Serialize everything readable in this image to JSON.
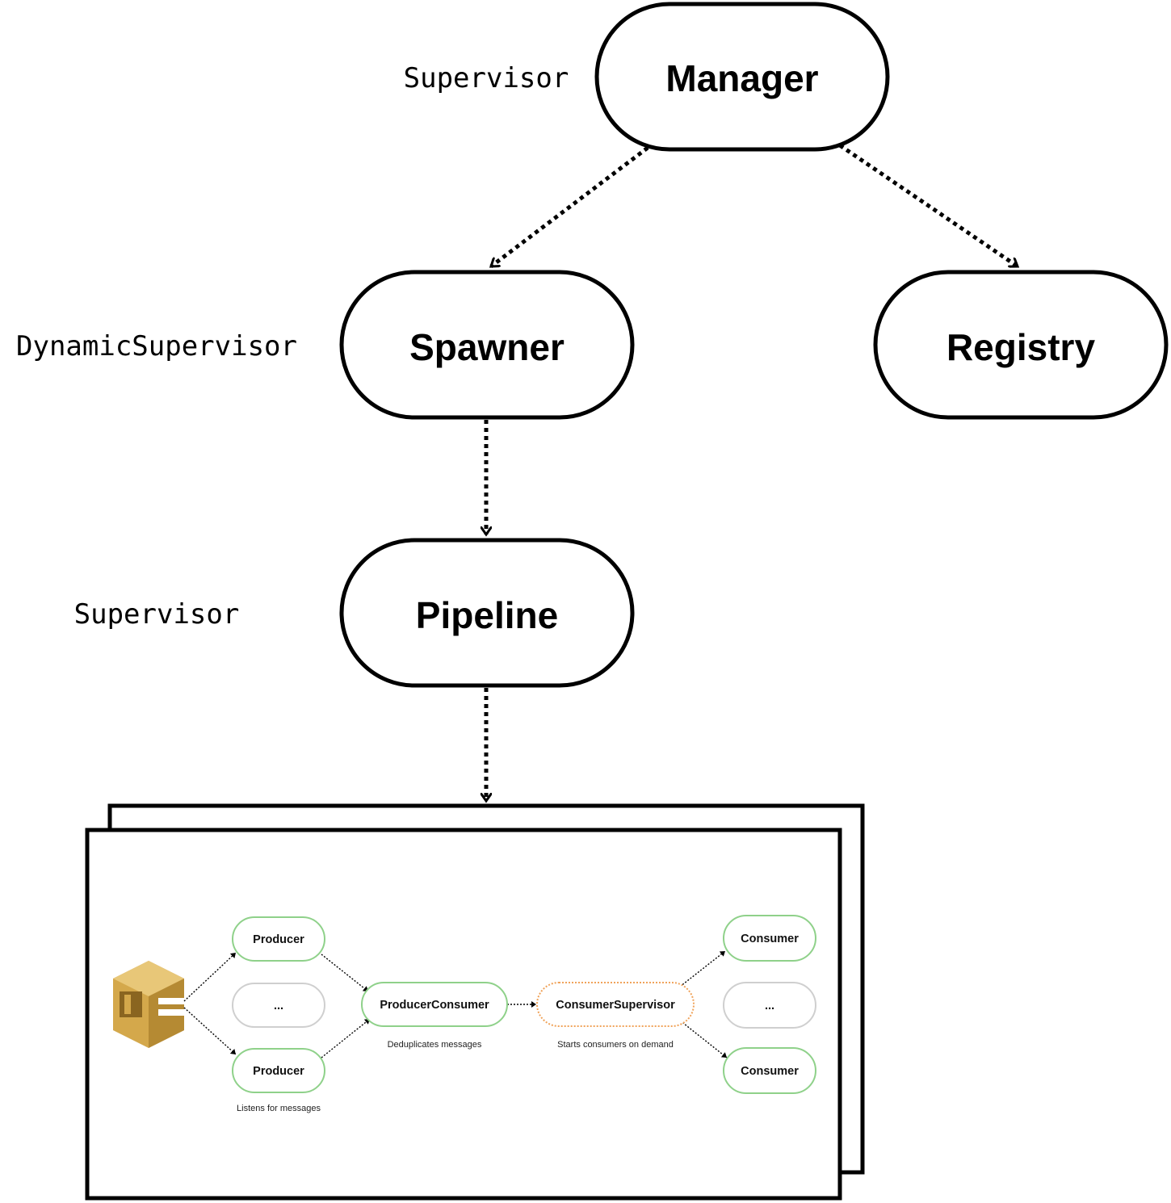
{
  "nodes": {
    "manager": "Manager",
    "spawner": "Spawner",
    "registry": "Registry",
    "pipeline": "Pipeline"
  },
  "labels": {
    "manager_type": "Supervisor",
    "spawner_type": "DynamicSupervisor",
    "pipeline_type": "Supervisor"
  },
  "pipeline_detail": {
    "producer_top": "Producer",
    "producer_mid": "...",
    "producer_bottom": "Producer",
    "producer_caption": "Listens for messages",
    "producer_consumer": "ProducerConsumer",
    "producer_consumer_caption": "Deduplicates messages",
    "consumer_supervisor": "ConsumerSupervisor",
    "consumer_supervisor_caption": "Starts consumers on demand",
    "consumer_top": "Consumer",
    "consumer_mid": "...",
    "consumer_bottom": "Consumer",
    "source_icon": "aws-sqs-icon"
  },
  "colors": {
    "stroke": "#000000",
    "green": "#8fd18a",
    "gray": "#cfcfcf",
    "orange": "#f0a35a",
    "sqs_gold": "#d4a84b"
  }
}
